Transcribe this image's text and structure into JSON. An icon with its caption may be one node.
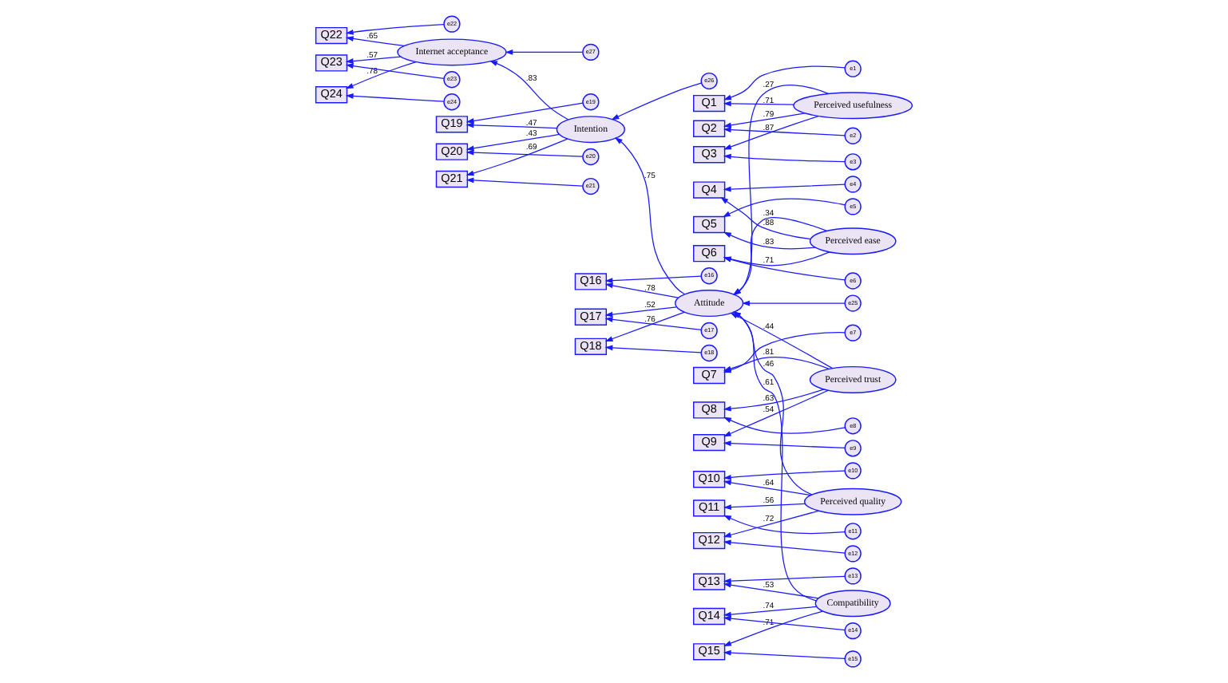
{
  "diagram": {
    "nodes": [
      {
        "text": [
          "Intention"
        ]
      },
      {
        "text": [
          "Attitude"
        ]
      },
      {
        "text": [
          "Internet acceptance"
        ]
      },
      {
        "text": [
          "Perceived usefulness"
        ]
      },
      {
        "text": [
          "Perceived ease"
        ]
      },
      {
        "text": [
          "Perceived trust"
        ]
      },
      {
        "text": [
          "Perceived quality"
        ]
      },
      {
        "text": [
          "Compatibility"
        ]
      },
      {
        "text": [
          "Q1"
        ]
      },
      {
        "text": [
          "Q2"
        ]
      },
      {
        "text": [
          "Q3"
        ]
      },
      {
        "text": [
          "Q4"
        ]
      },
      {
        "text": [
          "Q5"
        ]
      },
      {
        "text": [
          "Q6"
        ]
      },
      {
        "text": [
          "Q7"
        ]
      },
      {
        "text": [
          "Q8"
        ]
      },
      {
        "text": [
          "Q9"
        ]
      },
      {
        "text": [
          "Q10"
        ]
      },
      {
        "text": [
          "Q11"
        ]
      },
      {
        "text": [
          "Q12"
        ]
      },
      {
        "text": [
          "Q13"
        ]
      },
      {
        "text": [
          "Q14"
        ]
      },
      {
        "text": [
          "Q15"
        ]
      },
      {
        "text": [
          "Q16"
        ]
      },
      {
        "text": [
          "Q17"
        ]
      },
      {
        "text": [
          "Q18"
        ]
      },
      {
        "text": [
          "Q19"
        ]
      },
      {
        "text": [
          "Q20"
        ]
      },
      {
        "text": [
          "Q21"
        ]
      },
      {
        "text": [
          "Q22"
        ]
      },
      {
        "text": [
          "Q23"
        ]
      },
      {
        "text": [
          "Q24"
        ]
      },
      {
        "text": [
          "e1"
        ]
      },
      {
        "text": [
          "e2"
        ]
      },
      {
        "text": [
          "e3"
        ]
      },
      {
        "text": [
          "e4"
        ]
      },
      {
        "text": [
          "e5"
        ]
      },
      {
        "text": [
          "e6"
        ]
      },
      {
        "text": [
          "e7"
        ]
      },
      {
        "text": [
          "e8"
        ]
      },
      {
        "text": [
          "e9"
        ]
      },
      {
        "text": [
          "e10"
        ]
      },
      {
        "text": [
          "e11"
        ]
      },
      {
        "text": [
          "e12"
        ]
      },
      {
        "text": [
          "e13"
        ]
      },
      {
        "text": [
          "e14"
        ]
      },
      {
        "text": [
          "e15"
        ]
      },
      {
        "text": [
          "e16"
        ]
      },
      {
        "text": [
          "e17"
        ]
      },
      {
        "text": [
          "e18"
        ]
      },
      {
        "text": [
          "e19"
        ]
      },
      {
        "text": [
          "e20"
        ]
      },
      {
        "text": [
          "e21"
        ]
      },
      {
        "text": [
          "e22"
        ]
      },
      {
        "text": [
          "e23"
        ]
      },
      {
        "text": [
          "e24"
        ]
      },
      {
        "text": [
          "e25"
        ]
      },
      {
        "text": [
          "e26"
        ]
      },
      {
        "text": [
          "e27"
        ]
      }
    ],
    "edges": [
      {
        "from": 3,
        "to": 1,
        "arrow": "to",
        "label": ".27"
      },
      {
        "from": 4,
        "to": 1,
        "arrow": "to",
        "label": ".34"
      },
      {
        "from": 5,
        "to": 1,
        "arrow": "to",
        "label": ".44"
      },
      {
        "from": 6,
        "to": 1,
        "arrow": "to",
        "label": ".46"
      },
      {
        "from": 7,
        "to": 1,
        "arrow": "to",
        "label": ".61"
      },
      {
        "from": 1,
        "to": 0,
        "arrow": "to",
        "label": ".75"
      },
      {
        "from": 0,
        "to": 2,
        "arrow": "to",
        "label": ".83"
      },
      {
        "from": 56,
        "to": 1,
        "arrow": "to"
      },
      {
        "from": 57,
        "to": 0,
        "arrow": "to"
      },
      {
        "from": 58,
        "to": 2,
        "arrow": "to"
      },
      {
        "from": 3,
        "to": 8,
        "arrow": "to",
        "label": ".71"
      },
      {
        "from": 3,
        "to": 9,
        "arrow": "to",
        "label": ".79"
      },
      {
        "from": 3,
        "to": 10,
        "arrow": "to",
        "label": ".87"
      },
      {
        "from": 4,
        "to": 11,
        "arrow": "to",
        "label": ".88"
      },
      {
        "from": 4,
        "to": 12,
        "arrow": "to",
        "label": ".83"
      },
      {
        "from": 4,
        "to": 13,
        "arrow": "to",
        "label": ".71"
      },
      {
        "from": 5,
        "to": 14,
        "arrow": "to",
        "label": ".81"
      },
      {
        "from": 5,
        "to": 15,
        "arrow": "to",
        "label": ".63"
      },
      {
        "from": 5,
        "to": 16,
        "arrow": "to",
        "label": ".54"
      },
      {
        "from": 6,
        "to": 17,
        "arrow": "to",
        "label": ".64"
      },
      {
        "from": 6,
        "to": 18,
        "arrow": "to",
        "label": ".56"
      },
      {
        "from": 6,
        "to": 19,
        "arrow": "to",
        "label": ".72"
      },
      {
        "from": 7,
        "to": 20,
        "arrow": "to",
        "label": ".53"
      },
      {
        "from": 7,
        "to": 21,
        "arrow": "to",
        "label": ".74"
      },
      {
        "from": 7,
        "to": 22,
        "arrow": "to",
        "label": ".71"
      },
      {
        "from": 1,
        "to": 23,
        "arrow": "to",
        "label": ".78"
      },
      {
        "from": 1,
        "to": 24,
        "arrow": "to",
        "label": ".52"
      },
      {
        "from": 1,
        "to": 25,
        "arrow": "to",
        "label": ".76"
      },
      {
        "from": 0,
        "to": 26,
        "arrow": "to",
        "label": ".47"
      },
      {
        "from": 0,
        "to": 27,
        "arrow": "to",
        "label": ".43"
      },
      {
        "from": 0,
        "to": 28,
        "arrow": "to",
        "label": ".69"
      },
      {
        "from": 2,
        "to": 29,
        "arrow": "to",
        "label": ".65"
      },
      {
        "from": 2,
        "to": 30,
        "arrow": "to",
        "label": ".57"
      },
      {
        "from": 2,
        "to": 31,
        "arrow": "to",
        "label": ".78"
      },
      {
        "from": 32,
        "to": 8,
        "arrow": "to"
      },
      {
        "from": 33,
        "to": 9,
        "arrow": "to"
      },
      {
        "from": 34,
        "to": 10,
        "arrow": "to"
      },
      {
        "from": 35,
        "to": 11,
        "arrow": "to"
      },
      {
        "from": 36,
        "to": 12,
        "arrow": "to"
      },
      {
        "from": 37,
        "to": 13,
        "arrow": "to"
      },
      {
        "from": 38,
        "to": 14,
        "arrow": "to"
      },
      {
        "from": 39,
        "to": 15,
        "arrow": "to"
      },
      {
        "from": 40,
        "to": 16,
        "arrow": "to"
      },
      {
        "from": 41,
        "to": 17,
        "arrow": "to"
      },
      {
        "from": 42,
        "to": 18,
        "arrow": "to"
      },
      {
        "from": 43,
        "to": 19,
        "arrow": "to"
      },
      {
        "from": 44,
        "to": 20,
        "arrow": "to"
      },
      {
        "from": 45,
        "to": 21,
        "arrow": "to"
      },
      {
        "from": 46,
        "to": 22,
        "arrow": "to"
      },
      {
        "from": 47,
        "to": 23,
        "arrow": "to"
      },
      {
        "from": 48,
        "to": 24,
        "arrow": "to"
      },
      {
        "from": 49,
        "to": 25,
        "arrow": "to"
      },
      {
        "from": 50,
        "to": 26,
        "arrow": "to"
      },
      {
        "from": 51,
        "to": 27,
        "arrow": "to"
      },
      {
        "from": 52,
        "to": 28,
        "arrow": "to"
      },
      {
        "from": 53,
        "to": 29,
        "arrow": "to"
      },
      {
        "from": 54,
        "to": 30,
        "arrow": "to"
      },
      {
        "from": 55,
        "to": 31,
        "arrow": "to"
      }
    ]
  }
}
